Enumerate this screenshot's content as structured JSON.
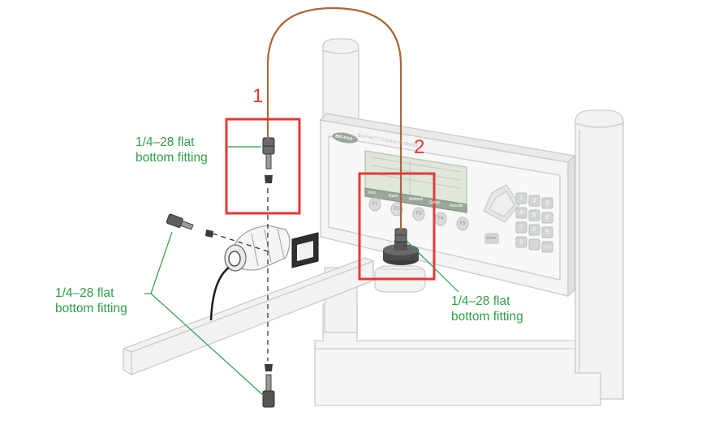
{
  "labels": {
    "fitting_top_left": [
      "1/4–28 flat",
      "bottom fitting"
    ],
    "fitting_bottom_left": [
      "1/4–28 flat",
      "bottom fitting"
    ],
    "fitting_right": [
      "1/4–28 flat",
      "bottom fitting"
    ]
  },
  "callouts": {
    "one": "1",
    "two": "2"
  },
  "device": {
    "logo": "BIO-RAD",
    "title": "BioFrac™ Fraction Collector",
    "function_keys": [
      "F1",
      "F2",
      "F3",
      "F4",
      "F5"
    ],
    "softkeys": [
      "Run",
      "Rack",
      "Method",
      "Setup",
      "Results"
    ],
    "keypad": [
      "1",
      "2",
      "3",
      "4",
      "5",
      "6",
      "7",
      "8",
      "9",
      "0",
      ".",
      "CLR"
    ],
    "side_key": "Enter"
  },
  "colors": {
    "label_green": "#2e9e48",
    "highlight_red": "#e53935",
    "tubing_brown": "#a8663a",
    "equipment_outline": "#c9cccb"
  }
}
